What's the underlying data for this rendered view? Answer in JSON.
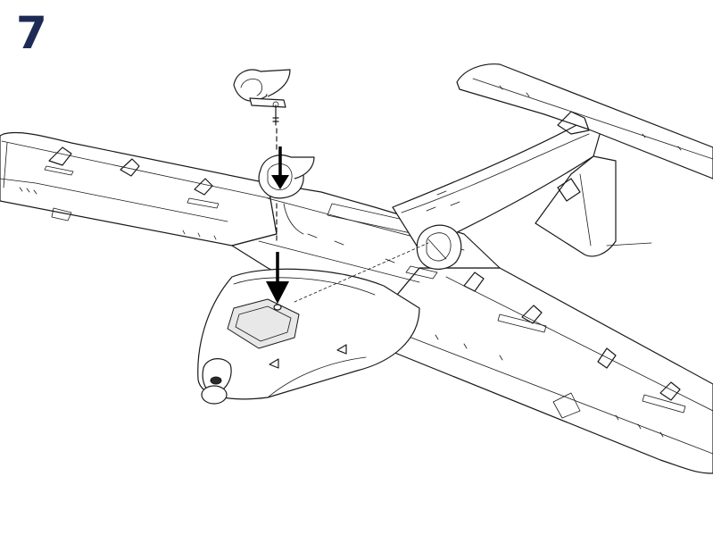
{
  "step": {
    "number": "7",
    "color": "#1d2a55"
  },
  "illustration": {
    "subject": "airplane-model-assembly",
    "parts": [
      "airplane",
      "motor-nacelle",
      "motor-mount",
      "mount-screw"
    ],
    "arrow_icon": "down-arrow-icon"
  }
}
